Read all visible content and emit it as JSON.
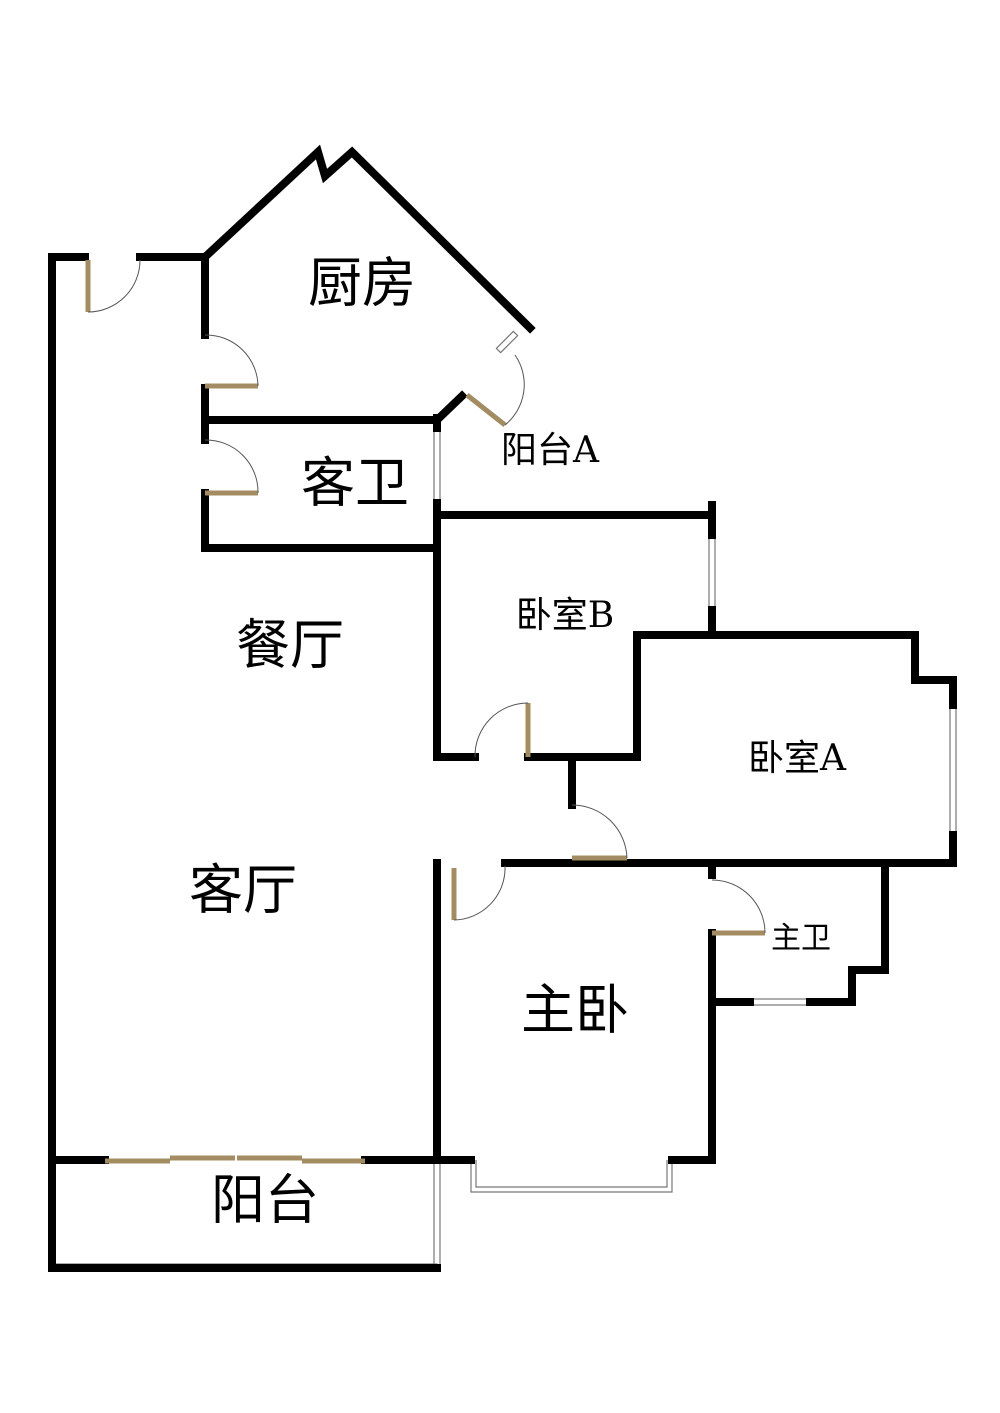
{
  "rooms": {
    "kitchen": "厨房",
    "guest_bath": "客卫",
    "balcony_a": "阳台A",
    "dining": "餐厅",
    "bedroom_b": "卧室B",
    "bedroom_a": "卧室A",
    "living": "客厅",
    "master_bedroom": "主卧",
    "master_bath": "主卫",
    "balcony": "阳台"
  },
  "colors": {
    "wall": "#000000",
    "door": "#a38c62",
    "window": "#777777"
  }
}
